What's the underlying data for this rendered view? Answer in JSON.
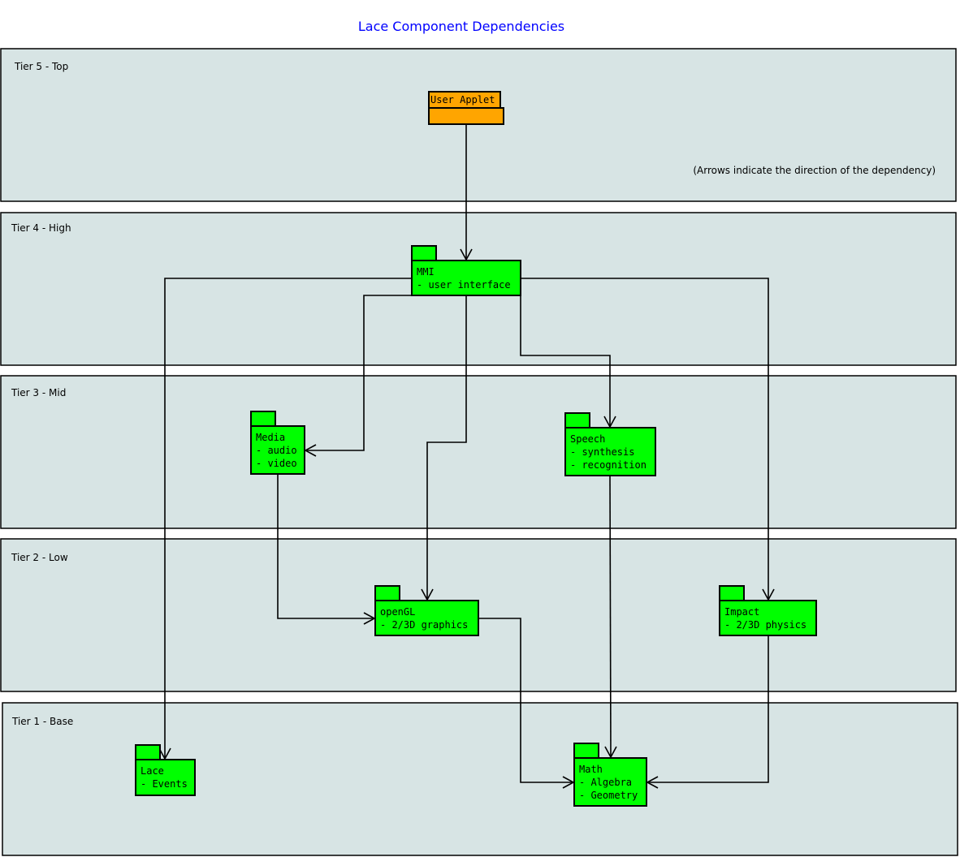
{
  "title": "Lace Component Dependencies",
  "note": "(Arrows indicate the direction of the dependency)",
  "colors": {
    "tier_fill": "#d7e4e4",
    "package_green": "#00ff00",
    "applet_orange": "#ffa500",
    "title": "#0000ff"
  },
  "tiers": [
    {
      "label": "Tier 5 - Top"
    },
    {
      "label": "Tier 4 - High"
    },
    {
      "label": "Tier 3 - Mid"
    },
    {
      "label": "Tier 2 - Low"
    },
    {
      "label": "Tier 1 - Base"
    }
  ],
  "packages": {
    "applet": {
      "name": "User Applet"
    },
    "mmi": {
      "name": "MMI",
      "lines": [
        "- user interface"
      ]
    },
    "media": {
      "name": "Media",
      "lines": [
        "- audio",
        "- video"
      ]
    },
    "speech": {
      "name": "Speech",
      "lines": [
        "- synthesis",
        "- recognition"
      ]
    },
    "opengl": {
      "name": "openGL",
      "lines": [
        "- 2/3D graphics"
      ]
    },
    "impact": {
      "name": "Impact",
      "lines": [
        "- 2/3D physics"
      ]
    },
    "lace": {
      "name": "Lace",
      "lines": [
        "- Events"
      ]
    },
    "math": {
      "name": "Math",
      "lines": [
        "- Algebra",
        "- Geometry"
      ]
    }
  },
  "dependencies": [
    [
      "User Applet",
      "MMI"
    ],
    [
      "MMI",
      "Lace"
    ],
    [
      "MMI",
      "Impact"
    ],
    [
      "MMI",
      "Media"
    ],
    [
      "MMI",
      "openGL"
    ],
    [
      "MMI",
      "Speech"
    ],
    [
      "Media",
      "openGL"
    ],
    [
      "Speech",
      "Math"
    ],
    [
      "openGL",
      "Math"
    ],
    [
      "Impact",
      "Math"
    ]
  ]
}
